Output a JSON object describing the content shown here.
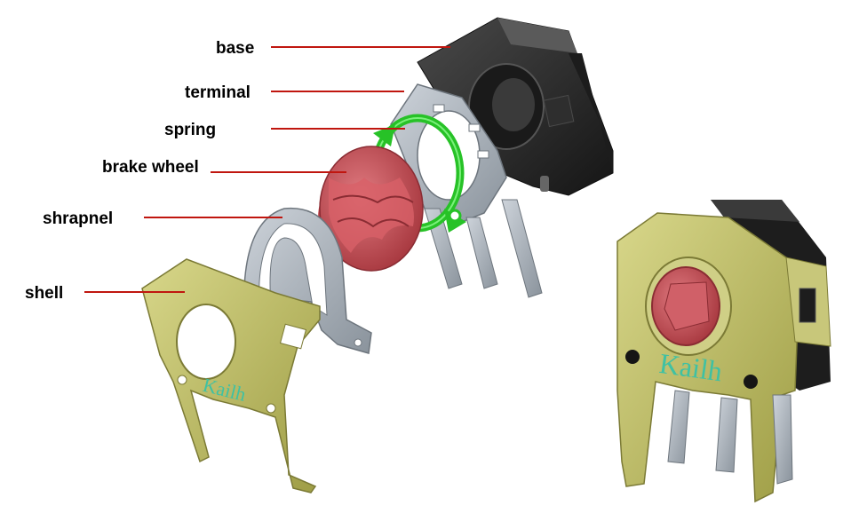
{
  "labels": {
    "base": "base",
    "terminal": "terminal",
    "spring": "spring",
    "brake_wheel": "brake wheel",
    "shrapnel": "shrapnel",
    "shell": "shell"
  },
  "brand_text": {
    "exploded": "Kailh",
    "assembled": "Kailh"
  },
  "colors": {
    "leader": "#c0160f",
    "shell": "#bcbb5e",
    "base": "#2a2a2a",
    "terminal": "#aab2bb",
    "spring": "#2bd12b",
    "brake_wheel": "#c5484f",
    "brand": "#3fc1a3"
  }
}
